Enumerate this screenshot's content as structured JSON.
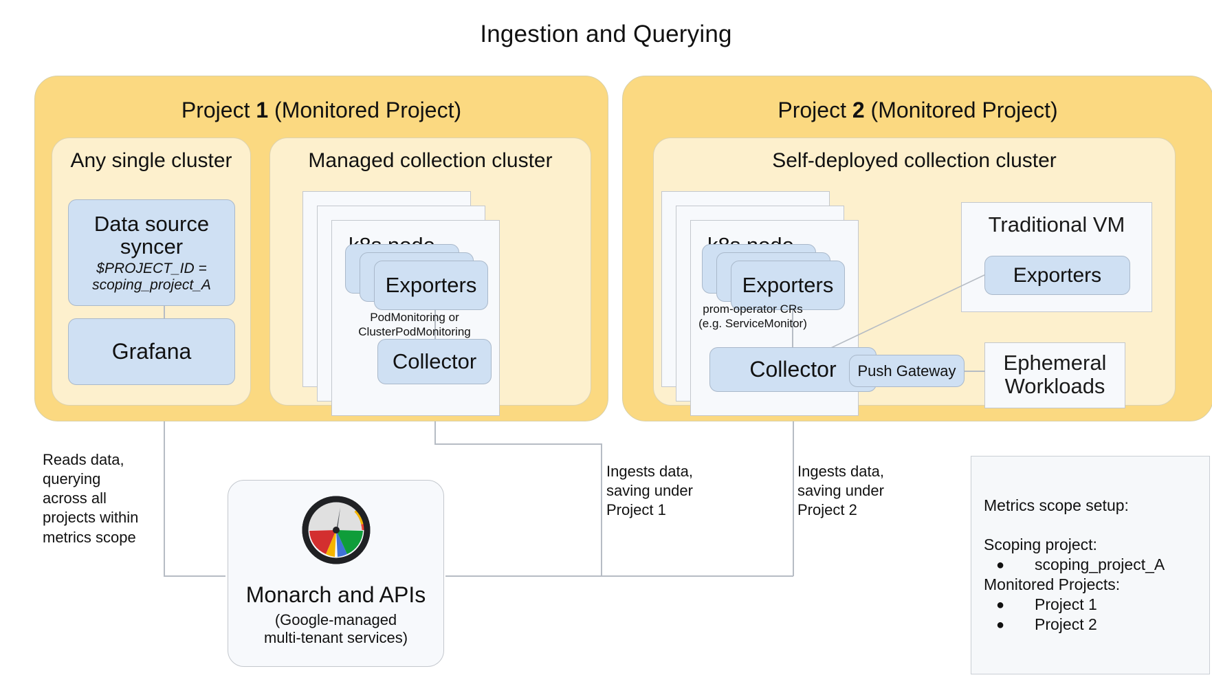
{
  "title": "Ingestion and Querying",
  "projects": [
    {
      "name": "project-1",
      "title_prefix": "Project ",
      "title_number": "1",
      "title_suffix": " (Monitored Project)",
      "clusters": [
        {
          "name": "any-single-cluster",
          "title": "Any single cluster",
          "components": [
            {
              "name": "data-source-syncer",
              "label": "Data source\nsyncer",
              "sublabel": "$PROJECT_ID =\nscoping_project_A"
            },
            {
              "name": "grafana",
              "label": "Grafana"
            }
          ]
        },
        {
          "name": "managed-collection-cluster",
          "title": "Managed collection cluster",
          "node_title": "k8s node",
          "components": [
            {
              "name": "exporters",
              "label": "Exporters"
            },
            {
              "name": "collector",
              "label": "Collector"
            }
          ],
          "edge_note": "PodMonitoring or\nClusterPodMonitoring"
        }
      ]
    },
    {
      "name": "project-2",
      "title_prefix": "Project ",
      "title_number": "2",
      "title_suffix": " (Monitored Project)",
      "clusters": [
        {
          "name": "self-deployed-collection-cluster",
          "title": "Self-deployed collection cluster",
          "node_title": "k8s node",
          "components": [
            {
              "name": "exporters",
              "label": "Exporters"
            },
            {
              "name": "collector",
              "label": "Collector"
            },
            {
              "name": "push-gateway",
              "label": "Push Gateway"
            }
          ],
          "edge_note": "prom-operator CRs\n(e.g. ServiceMonitor)",
          "side_boxes": [
            {
              "name": "traditional-vm",
              "title": "Traditional VM",
              "component": "Exporters"
            },
            {
              "name": "ephemeral-workloads",
              "title": "Ephemeral\nWorkloads"
            }
          ]
        }
      ]
    }
  ],
  "edge_labels": {
    "grafana_read": "Reads data,\nquerying\nacross all\nprojects within\nmetrics scope",
    "ingest_project_1": "Ingests data,\nsaving under\nProject 1",
    "ingest_project_2": "Ingests data,\nsaving under\nProject 2"
  },
  "monarch": {
    "title": "Monarch and APIs",
    "subtitle": "(Google-managed\nmulti-tenant services)",
    "logo_colors": {
      "ring": "#202124",
      "gauge_face": "#e0e0e0",
      "arc_yellow": "#f4b400",
      "arc_red": "#ea4335",
      "petal_red": "#d32f2f",
      "petal_yellow": "#f4b400",
      "petal_blue": "#3f72d7",
      "petal_green": "#0f9d3a"
    }
  },
  "legend": {
    "heading": "Metrics scope setup:",
    "scoping_label": "Scoping project:",
    "scoping_items": [
      "scoping_project_A"
    ],
    "monitored_label": "Monitored Projects:",
    "monitored_items": [
      "Project 1",
      "Project 2"
    ],
    "bullet": "●"
  },
  "colors": {
    "project_fill": "#fbd981",
    "cluster_fill": "#fdf0cd",
    "node_fill": "#f7f9fc",
    "component_fill": "#cfe0f3",
    "line": "#b6bcc4"
  }
}
